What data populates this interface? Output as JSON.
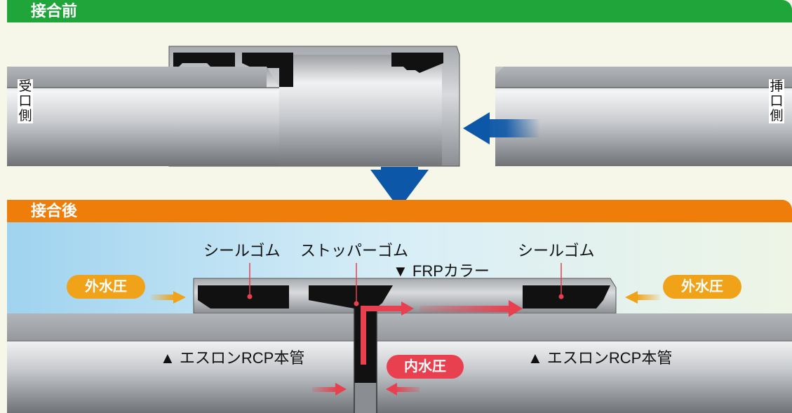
{
  "sections": {
    "before_title": "接合前",
    "after_title": "接合後"
  },
  "before": {
    "left_side_label": "受口側",
    "right_side_label": "挿口側"
  },
  "after": {
    "seal_rubber_left": "シールゴム",
    "stopper_rubber": "ストッパーゴム",
    "seal_rubber_right": "シールゴム",
    "frp_collar": "▼ FRPカラー",
    "external_pressure_left": "外水圧",
    "external_pressure_right": "外水圧",
    "main_pipe_left": "▲ エスロンRCP本管",
    "main_pipe_right": "▲ エスロンRCP本管",
    "internal_pressure": "内水圧"
  },
  "colors": {
    "green": "#1fa53a",
    "orange": "#ef7d0a",
    "blue_arrow": "#0d57a8",
    "red_arrow": "#e8404f",
    "pill_orange": "#f0a218"
  }
}
